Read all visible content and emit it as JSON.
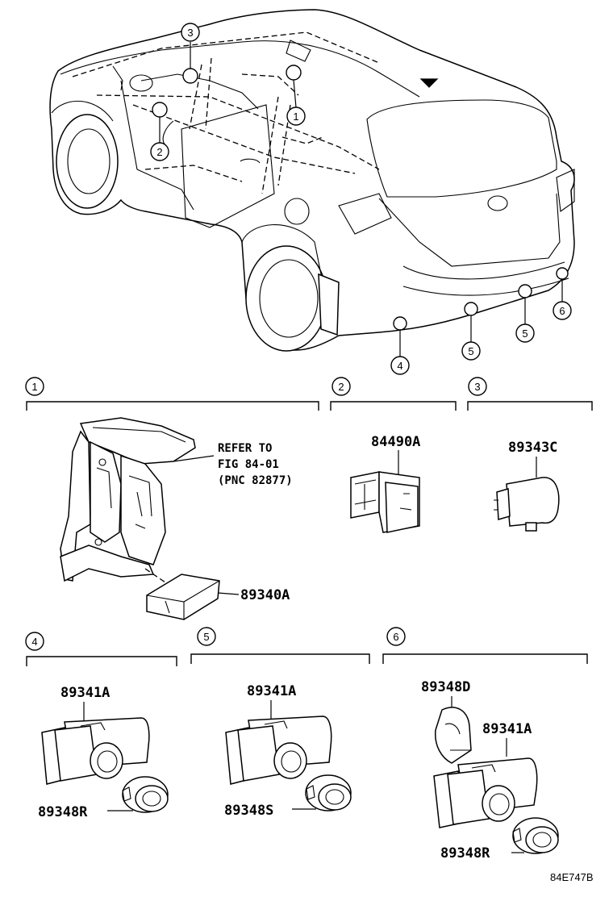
{
  "callouts": {
    "c1": "1",
    "c2": "2",
    "c3": "3",
    "c4": "4",
    "c5": "5",
    "c6": "6"
  },
  "sections": {
    "s1": "1",
    "s2": "2",
    "s3": "3",
    "s4": "4",
    "s5": "5",
    "s6": "6"
  },
  "parts": {
    "refer_line1": "REFER TO",
    "refer_line2": "FIG 84-01",
    "refer_line3": "(PNC 82877)",
    "ecu": "89340A",
    "switch": "84490A",
    "buzzer": "89343C",
    "sensor_4": "89341A",
    "retainer_4": "89348R",
    "sensor_5": "89341A",
    "retainer_5": "89348S",
    "cover_6": "89348D",
    "sensor_6": "89341A",
    "retainer_6": "89348R"
  },
  "figure_code": "84E747B",
  "icons": {
    "vehicle": "suv-rear-three-quarter-icon",
    "ecu": "control-module-icon",
    "switch": "clearance-sonar-switch-icon",
    "buzzer": "buzzer-icon",
    "sensor": "ultrasonic-sensor-icon",
    "retainer": "sensor-retainer-ring-icon"
  }
}
